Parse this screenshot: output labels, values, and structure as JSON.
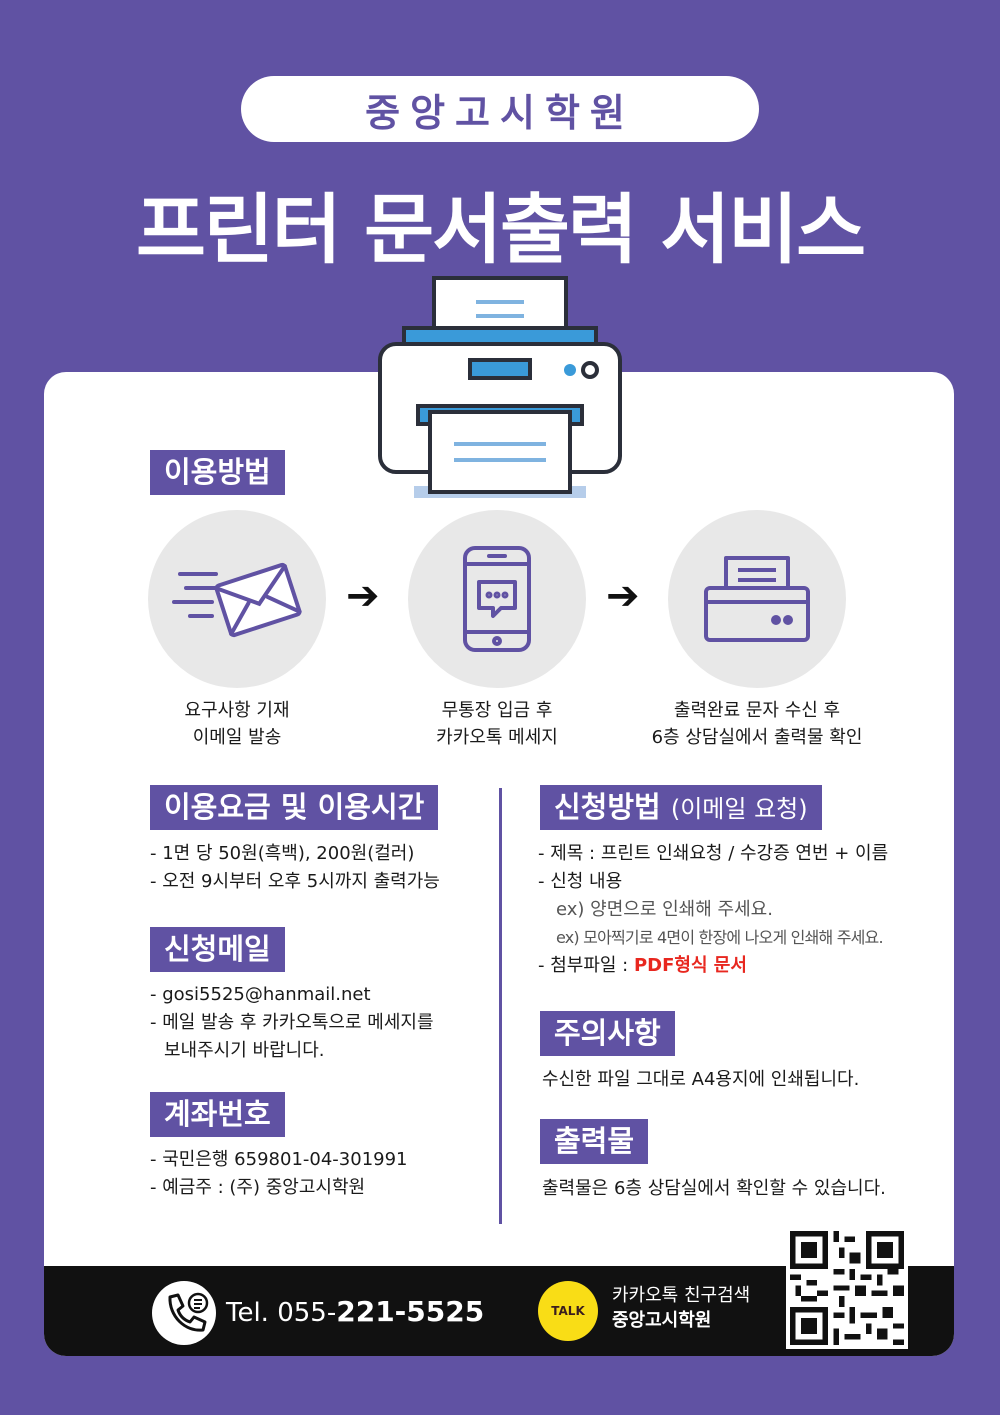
{
  "header": {
    "org_name": "중앙고시학원",
    "title": "프린터 문서출력 서비스"
  },
  "usage": {
    "tag": "이용방법",
    "steps": [
      {
        "icon": "email-icon",
        "line1": "요구사항 기재",
        "line2": "이메일 발송"
      },
      {
        "icon": "smartphone-chat-icon",
        "line1": "무통장 입금 후",
        "line2": "카카오톡 메세지"
      },
      {
        "icon": "printer-icon",
        "line1": "출력완료 문자 수신 후",
        "line2": "6층 상담실에서 출력물 확인"
      }
    ],
    "arrow": "➔"
  },
  "fees": {
    "tag": "이용요금 및 이용시간",
    "items": [
      "- 1면 당 50원(흑백), 200원(컬러)",
      "- 오전 9시부터 오후 5시까지 출력가능"
    ]
  },
  "email": {
    "tag": "신청메일",
    "items": [
      "- gosi5525@hanmail.net",
      "- 메일 발송 후 카카오톡으로 메세지를",
      "보내주시기 바랍니다."
    ]
  },
  "account": {
    "tag": "계좌번호",
    "items": [
      "- 국민은행 659801-04-301991",
      "- 예금주 : (주) 중앙고시학원"
    ]
  },
  "apply": {
    "tag": "신청방법",
    "tag_sub": "(이메일 요청)",
    "items": [
      "- 제목 : 프린트 인쇄요청 / 수강증 연번 + 이름",
      "- 신청 내용"
    ],
    "examples": [
      "ex) 양면으로 인쇄해 주세요.",
      "ex) 모아찍기로 4면이 한장에 나오게 인쇄해 주세요."
    ],
    "attach_label": "- 첨부파일 : ",
    "attach_value": "PDF형식 문서"
  },
  "caution": {
    "tag": "주의사항",
    "text": "수신한 파일 그대로 A4용지에 인쇄됩니다."
  },
  "output": {
    "tag": "출력물",
    "text": "출력물은 6층 상담실에서 확인할 수 있습니다."
  },
  "footer": {
    "tel_prefix": "Tel. 055-",
    "tel_bold": "221-5525",
    "talk_badge": "TALK",
    "kakao_line1": "카카오톡 친구검색",
    "kakao_line2": "중앙고시학원"
  },
  "colors": {
    "brand": "#6052a3",
    "accent_red": "#e8271f",
    "kakao_yellow": "#f9dd16"
  }
}
